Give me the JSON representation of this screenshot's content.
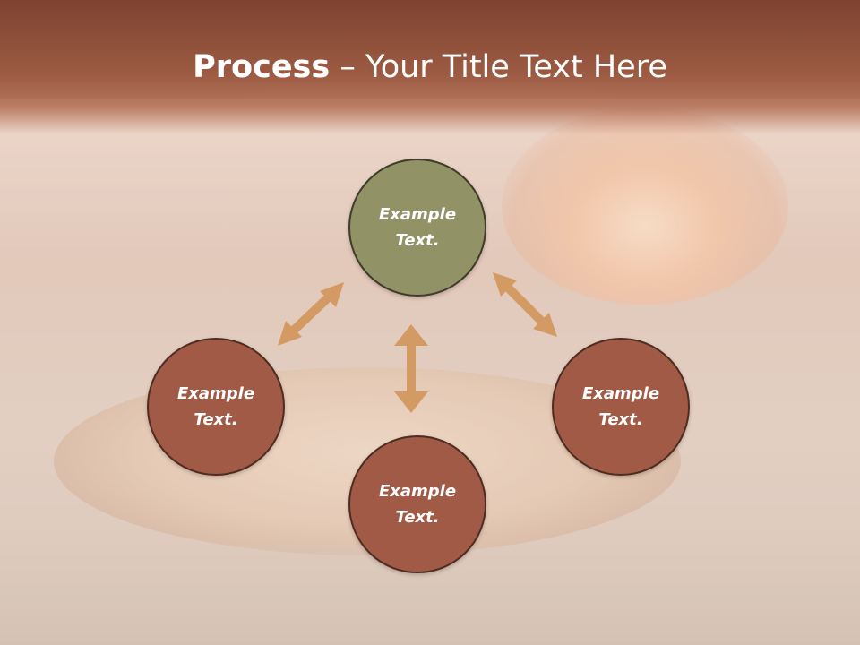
{
  "slide": {
    "title_bold": "Process",
    "title_rest": " – Your Title Text Here"
  },
  "diagram": {
    "nodes": [
      {
        "id": "top",
        "label": "Example\nText.",
        "color": "#919366"
      },
      {
        "id": "left",
        "label": "Example\nText.",
        "color": "#a05a45"
      },
      {
        "id": "right",
        "label": "Example\nText.",
        "color": "#a05a45"
      },
      {
        "id": "bottom",
        "label": "Example\nText.",
        "color": "#a05a45"
      }
    ],
    "arrow_color": "#d39a63",
    "arrows": [
      {
        "from": "left",
        "to": "top"
      },
      {
        "from": "top",
        "to": "right"
      },
      {
        "from": "top",
        "to": "bottom"
      }
    ]
  }
}
